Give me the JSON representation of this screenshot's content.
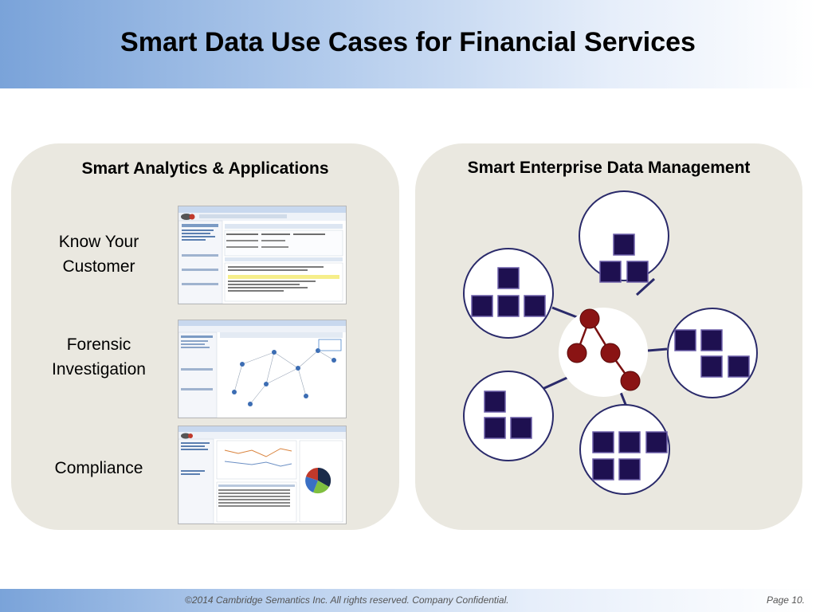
{
  "slide": {
    "title": "Smart Data Use Cases for Financial Services"
  },
  "left_panel": {
    "title": "Smart Analytics & Applications",
    "use_cases": [
      {
        "label_line1": "Know Your",
        "label_line2": "Customer"
      },
      {
        "label_line1": "Forensic",
        "label_line2": "Investigation"
      },
      {
        "label_line1": "Compliance",
        "label_line2": ""
      }
    ]
  },
  "right_panel": {
    "title": "Smart Enterprise Data Management"
  },
  "colors": {
    "panel_bg": "#eae8e0",
    "square": "#1e1050",
    "node": "#8a1414",
    "link": "#2a2a6a"
  },
  "footer": {
    "copyright": "©2014 Cambridge Semantics Inc. All rights reserved. Company Confidential.",
    "page": "Page 10."
  }
}
